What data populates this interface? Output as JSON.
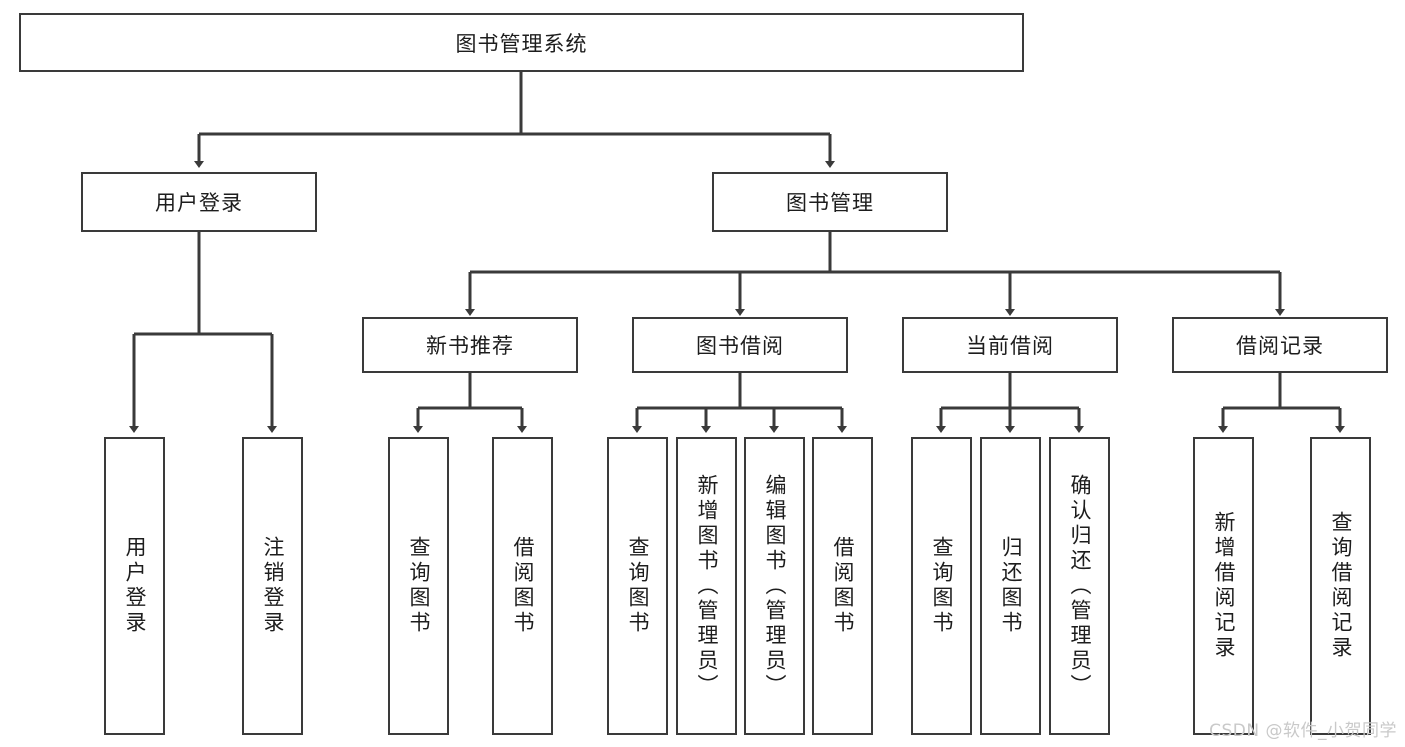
{
  "diagram": {
    "title": "图书管理系统",
    "type": "hierarchy-tree",
    "root": {
      "label": "图书管理系统"
    },
    "level2": [
      {
        "label": "用户登录"
      },
      {
        "label": "图书管理"
      }
    ],
    "level3": [
      {
        "label": "新书推荐"
      },
      {
        "label": "图书借阅"
      },
      {
        "label": "当前借阅"
      },
      {
        "label": "借阅记录"
      }
    ],
    "leaves": {
      "user_login": [
        {
          "label": "用户登录"
        },
        {
          "label": "注销登录"
        }
      ],
      "new_book": [
        {
          "label": "查询图书"
        },
        {
          "label": "借阅图书"
        }
      ],
      "book_borrow": [
        {
          "label": "查询图书"
        },
        {
          "label": "新增图书（管理员）"
        },
        {
          "label": "编辑图书（管理员）"
        },
        {
          "label": "借阅图书"
        }
      ],
      "current_borrow": [
        {
          "label": "查询图书"
        },
        {
          "label": "归还图书"
        },
        {
          "label": "确认归还（管理员）"
        }
      ],
      "borrow_record": [
        {
          "label": "新增借阅记录"
        },
        {
          "label": "查询借阅记录"
        }
      ]
    }
  },
  "watermark": {
    "text": "CSDN @软件_小贺同学"
  },
  "colors": {
    "stroke": "#3a3a3a",
    "background": "#ffffff",
    "text": "#1d1d1d",
    "watermark": "#c9c9c9"
  }
}
